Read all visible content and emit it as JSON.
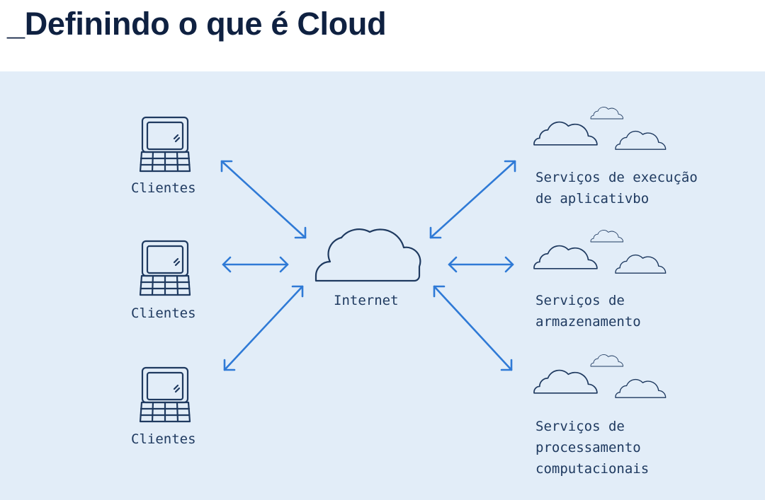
{
  "title": "_Definindo o que é Cloud",
  "colors": {
    "title": "#0f2141",
    "panel": "#e2edf8",
    "icon": "#1f3a60",
    "arrow": "#2f7ad6"
  },
  "clients": [
    "Clientes",
    "Clientes",
    "Clientes"
  ],
  "center": {
    "label": "Internet"
  },
  "services": [
    [
      "Serviços de execução",
      "de aplicativbo"
    ],
    [
      "Serviços de",
      "armazenamento"
    ],
    [
      "Serviços de",
      "processamento",
      "computacionais"
    ]
  ]
}
